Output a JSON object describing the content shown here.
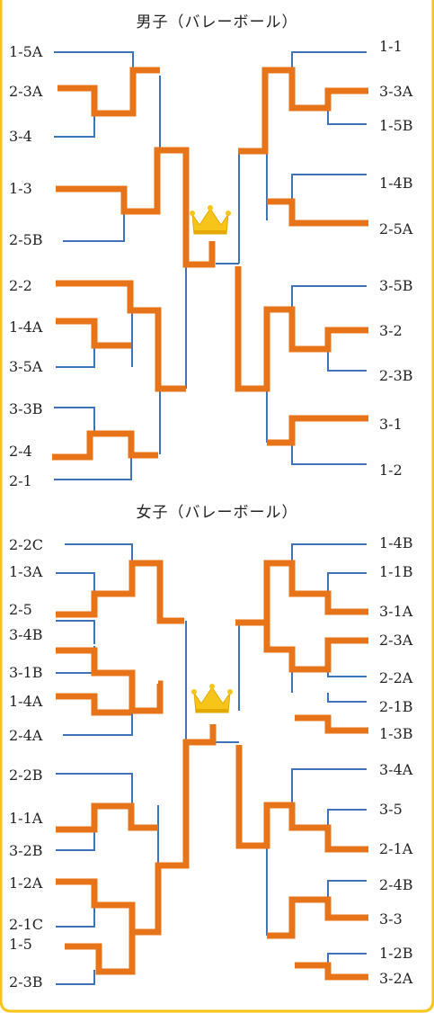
{
  "colors": {
    "thin": "#3f74b8",
    "win": "#e8741a",
    "border": "#f5c518",
    "crown": "#f7c41a"
  },
  "boys": {
    "title": "男子（バレーボール）",
    "left": [
      "1-5A",
      "2-3A",
      "3-4",
      "1-3",
      "2-5B",
      "2-2",
      "1-4A",
      "3-5A",
      "3-3B",
      "2-4",
      "2-1"
    ],
    "right": [
      "1-1",
      "3-3A",
      "1-5B",
      "1-4B",
      "2-5A",
      "3-5B",
      "3-2",
      "2-3B",
      "3-1",
      "1-2"
    ]
  },
  "girls": {
    "title": "女子（バレーボール）",
    "left": [
      "2-2C",
      "1-3A",
      "2-5",
      "3-4B",
      "3-1B",
      "1-4A",
      "2-4A",
      "2-2B",
      "1-1A",
      "3-2B",
      "1-2A",
      "2-1C",
      "1-5",
      "2-3B"
    ],
    "right": [
      "1-4B",
      "1-1B",
      "3-1A",
      "2-3A",
      "2-2A",
      "2-1B",
      "1-3B",
      "3-4A",
      "3-5",
      "2-1A",
      "2-4B",
      "3-3",
      "1-2B",
      "3-2A"
    ]
  }
}
